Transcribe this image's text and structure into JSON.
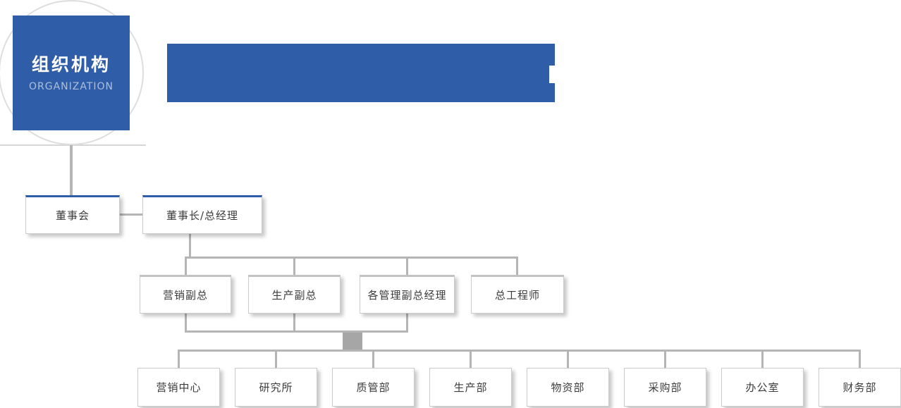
{
  "badge": {
    "title": "组织机构",
    "subtitle": "ORGANIZATION"
  },
  "colors": {
    "primary_blue": "#2f5da8",
    "line_gray": "#b5b5b5",
    "box_border": "#cbcbcb"
  },
  "org": {
    "level1": [
      {
        "label": "董事会"
      },
      {
        "label": "董事长/总经理"
      }
    ],
    "level2": [
      {
        "label": "营销副总"
      },
      {
        "label": "生产副总"
      },
      {
        "label": "各管理副总经理"
      },
      {
        "label": "总工程师"
      }
    ],
    "level3": [
      {
        "label": "营销中心"
      },
      {
        "label": "研究所"
      },
      {
        "label": "质管部"
      },
      {
        "label": "生产部"
      },
      {
        "label": "物资部"
      },
      {
        "label": "采购部"
      },
      {
        "label": "办公室"
      },
      {
        "label": "财务部"
      }
    ]
  }
}
